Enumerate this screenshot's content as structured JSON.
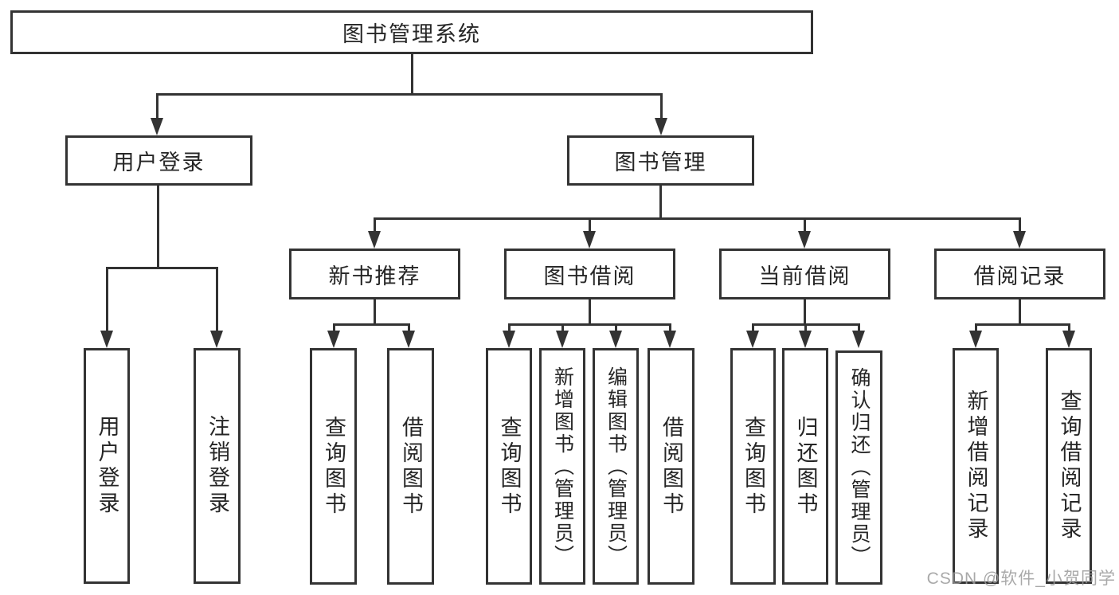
{
  "diagram": {
    "title": "图书管理系统",
    "user_login": {
      "label": "用户登录",
      "children": {
        "login": "用户登录",
        "logout": "注销登录"
      }
    },
    "book_management": {
      "label": "图书管理",
      "new_book_recommend": {
        "label": "新书推荐",
        "children": {
          "query_book": "查询图书",
          "borrow_book": "借阅图书"
        }
      },
      "book_borrowing": {
        "label": "图书借阅",
        "children": {
          "query_book": "查询图书",
          "add_book": "新增图书（管理员）",
          "edit_book": "编辑图书（管理员）",
          "borrow_book": "借阅图书"
        }
      },
      "current_borrowing": {
        "label": "当前借阅",
        "children": {
          "query_book": "查询图书",
          "return_book": "归还图书",
          "confirm_return": "确认归还（管理员）"
        }
      },
      "borrowing_records": {
        "label": "借阅记录",
        "children": {
          "add_record": "新增借阅记录",
          "query_record": "查询借阅记录"
        }
      }
    }
  },
  "watermark": {
    "text": "CSDN @软件_小贺同学"
  },
  "colors": {
    "line": "#333333",
    "text": "#262626",
    "watermark": "#9b9b9b",
    "background": "#ffffff"
  }
}
